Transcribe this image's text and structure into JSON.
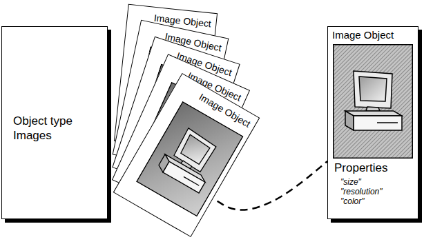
{
  "diagram": {
    "nodes": [
      {
        "text": [
          "Object type Images"
        ]
      },
      {
        "text": [
          "Image Object"
        ]
      },
      {
        "text": [
          "Image Object"
        ]
      },
      {
        "text": [
          "Image Object"
        ]
      },
      {
        "text": [
          "Image Object"
        ]
      },
      {
        "text": [
          "Image Object"
        ]
      },
      {
        "text": [
          "Image Object",
          "Properties",
          "\"size\" \"resolution\" \"color\""
        ]
      }
    ],
    "edges": [
      {
        "from": 5,
        "to": 6,
        "arrow": "none"
      }
    ]
  }
}
